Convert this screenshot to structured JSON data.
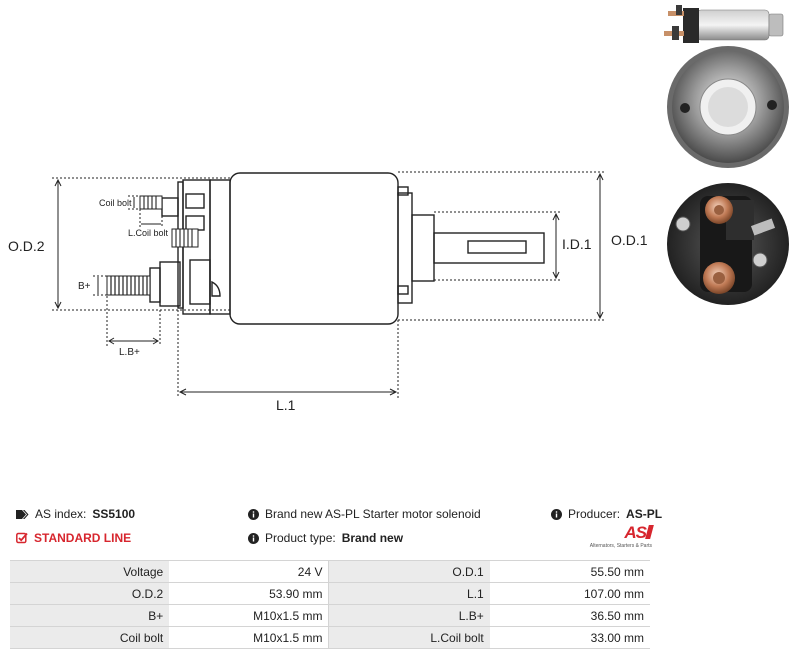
{
  "drawing": {
    "labels": {
      "od2": "O.D.2",
      "od1": "O.D.1",
      "id1": "I.D.1",
      "l1": "L.1",
      "lbplus": "L.B+",
      "bplus": "B+",
      "coil_bolt": "Coil bolt",
      "l_coil_bolt": "L.Coil bolt"
    }
  },
  "info": {
    "as_index_label": "AS index:",
    "as_index_value": "SS5100",
    "line_label": "STANDARD LINE",
    "description": "Brand new AS-PL Starter motor solenoid",
    "product_type_label": "Product type:",
    "product_type_value": "Brand new",
    "producer_label": "Producer:",
    "producer_value": "AS-PL"
  },
  "logo": {
    "mark": "AS",
    "tagline": "Alternators, Starters & Parts"
  },
  "specs": [
    {
      "l1": "Voltage",
      "v1": "24 V",
      "l2": "O.D.1",
      "v2": "55.50 mm"
    },
    {
      "l1": "O.D.2",
      "v1": "53.90 mm",
      "l2": "L.1",
      "v2": "107.00 mm"
    },
    {
      "l1": "B+",
      "v1": "M10x1.5 mm",
      "l2": "L.B+",
      "v2": "36.50 mm"
    },
    {
      "l1": "Coil bolt",
      "v1": "M10x1.5 mm",
      "l2": "L.Coil bolt",
      "v2": "33.00 mm"
    }
  ]
}
